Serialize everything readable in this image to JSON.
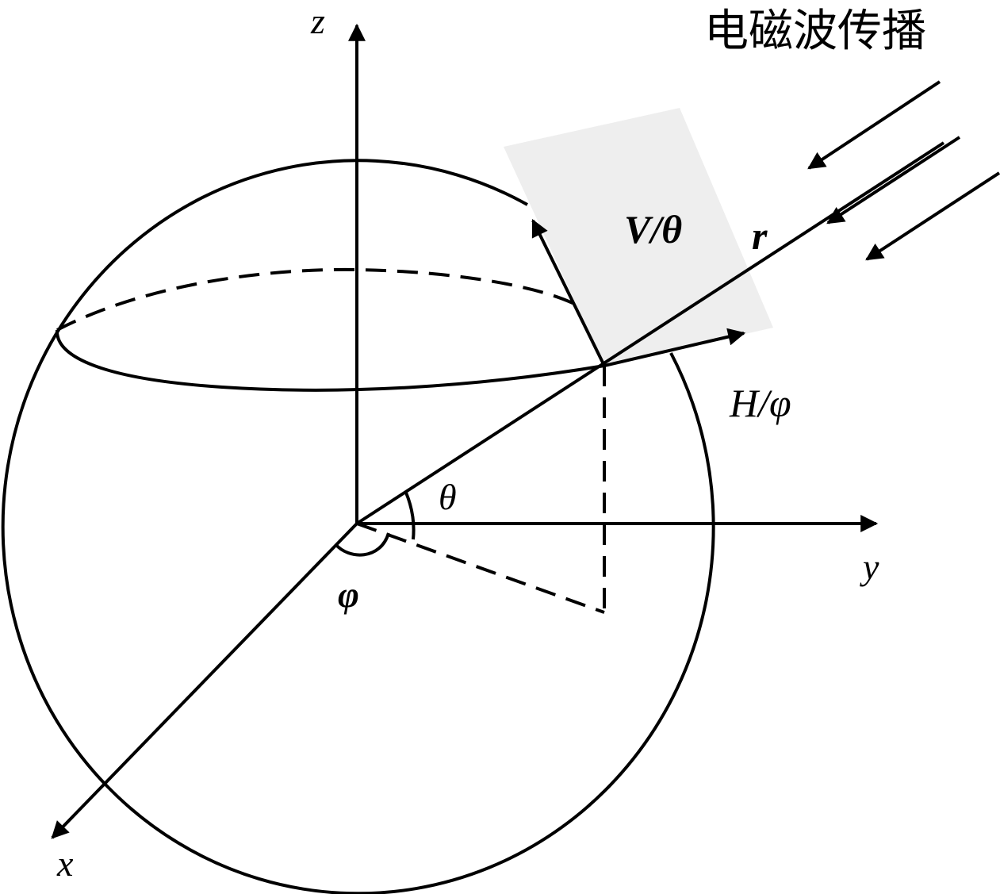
{
  "title": "电磁波传播",
  "labels": {
    "z_axis": "z",
    "y_axis": "y",
    "x_axis": "x",
    "theta": "θ",
    "phi": "φ",
    "r_vector": "r",
    "v_theta": "V/θ",
    "h_phi": "H/φ"
  },
  "colors": {
    "stroke": "#000000",
    "plane_fill": "#eeeeee",
    "background": "#ffffff"
  },
  "icons": {
    "arrowhead": "filled-triangle"
  }
}
